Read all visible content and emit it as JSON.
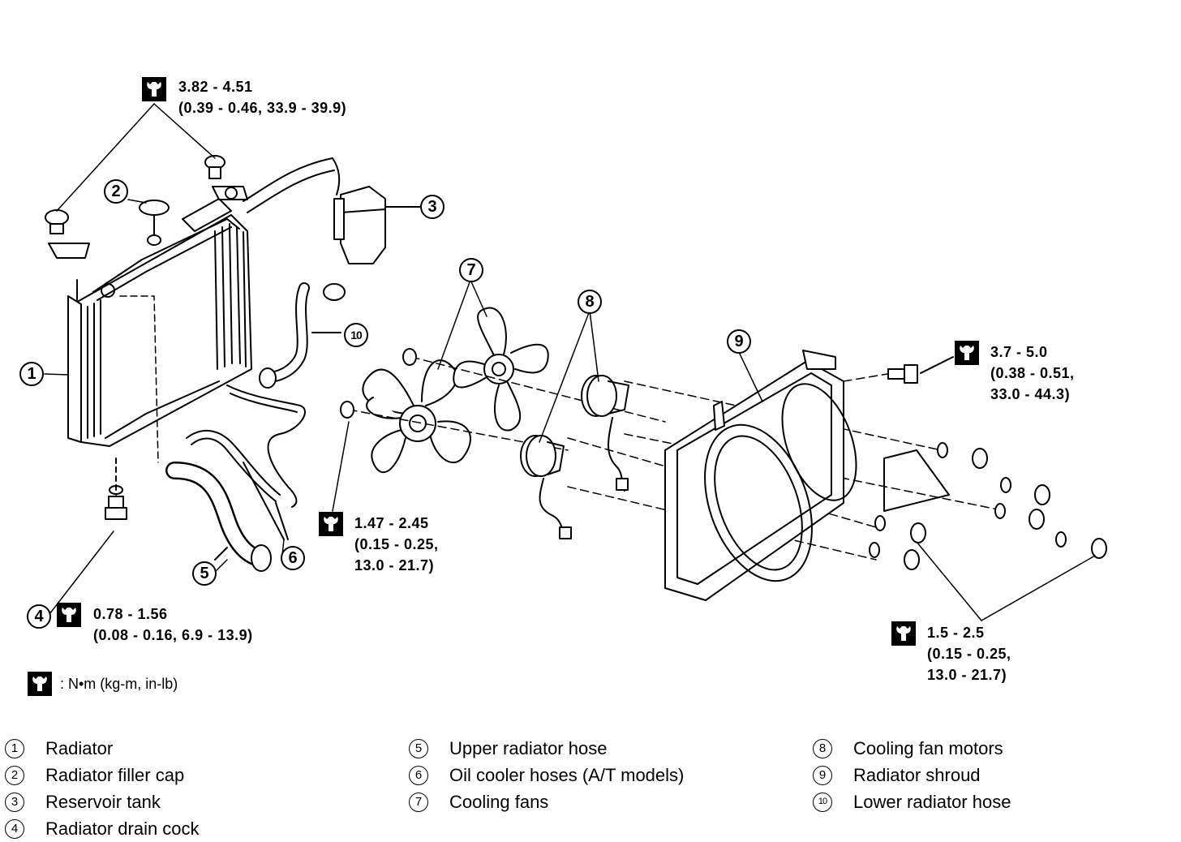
{
  "torque_specs": [
    {
      "id": "radiator_top",
      "line1": "3.82  -  4.51",
      "line2": "(0.39  -  0.46,  33.9  -  39.9)"
    },
    {
      "id": "fan_nut",
      "line1": "1.47  -  2.45",
      "line2": "(0.15  -  0.25,",
      "line3": "13.0  -  21.7)"
    },
    {
      "id": "drain_cock",
      "line1": "0.78  -  1.56",
      "line2": "(0.08  -  0.16,  6.9  -  13.9)"
    },
    {
      "id": "shroud_bolt",
      "line1": "3.7  -  5.0",
      "line2": "(0.38  -  0.51,",
      "line3": "33.0  -  44.3)"
    },
    {
      "id": "motor_nut",
      "line1": "1.5  -  2.5",
      "line2": "(0.15  -  0.25,",
      "line3": "13.0  -  21.7)"
    }
  ],
  "unit_note": ":  N•m  (kg-m,  in-lb)",
  "icons": {
    "torque": "torque-wrench-icon"
  },
  "callouts": [
    "1",
    "2",
    "3",
    "4",
    "5",
    "6",
    "7",
    "8",
    "9",
    "10"
  ],
  "legend": [
    {
      "num": "1",
      "label": "Radiator"
    },
    {
      "num": "2",
      "label": "Radiator filler cap"
    },
    {
      "num": "3",
      "label": "Reservoir tank"
    },
    {
      "num": "4",
      "label": "Radiator drain cock"
    },
    {
      "num": "5",
      "label": "Upper radiator hose"
    },
    {
      "num": "6",
      "label": "Oil cooler hoses (A/T models)"
    },
    {
      "num": "7",
      "label": "Cooling fans"
    },
    {
      "num": "8",
      "label": "Cooling fan motors"
    },
    {
      "num": "9",
      "label": "Radiator shroud"
    },
    {
      "num": "10",
      "label": "Lower radiator hose"
    }
  ]
}
